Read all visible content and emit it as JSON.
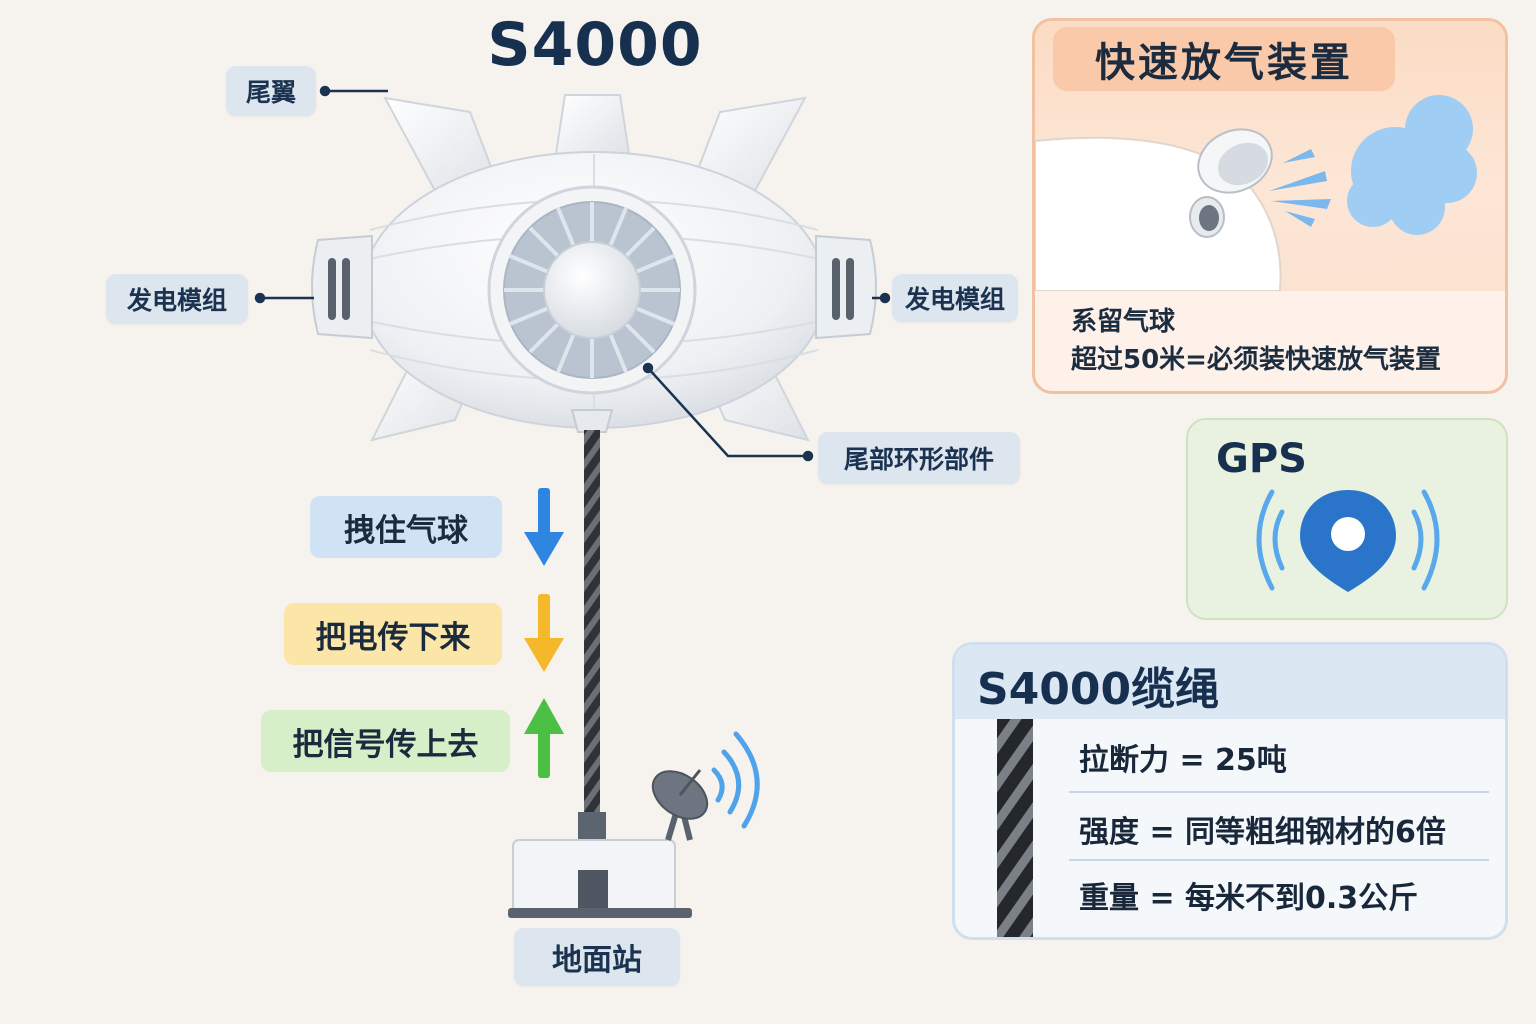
{
  "title": "S4000",
  "labels": {
    "tail_fin": "尾翼",
    "generator_left": "发电模组",
    "generator_right": "发电模组",
    "tail_ring": "尾部环形部件",
    "ground_station": "地面站"
  },
  "actions": [
    {
      "text": "拽住气球",
      "color": "#cfe3f5",
      "arrow_color": "#2f86e0",
      "direction": "down"
    },
    {
      "text": "把电传下来",
      "color": "#fbe6a8",
      "arrow_color": "#f5b82a",
      "direction": "down"
    },
    {
      "text": "把信号传上去",
      "color": "#d6efc8",
      "arrow_color": "#4cbf45",
      "direction": "up"
    }
  ],
  "deflate_panel": {
    "title": "快速放气装置",
    "line1": "系留气球",
    "line2": "超过50米=必须装快速放气装置"
  },
  "gps_panel": {
    "title": "GPS",
    "icon": "location-pin-icon"
  },
  "cable_panel": {
    "title": "S4000缆绳",
    "specs": [
      "拉断力 = 25吨",
      "强度 = 同等粗细钢材的6倍",
      "重量 = 每米不到0.3公斤"
    ]
  }
}
